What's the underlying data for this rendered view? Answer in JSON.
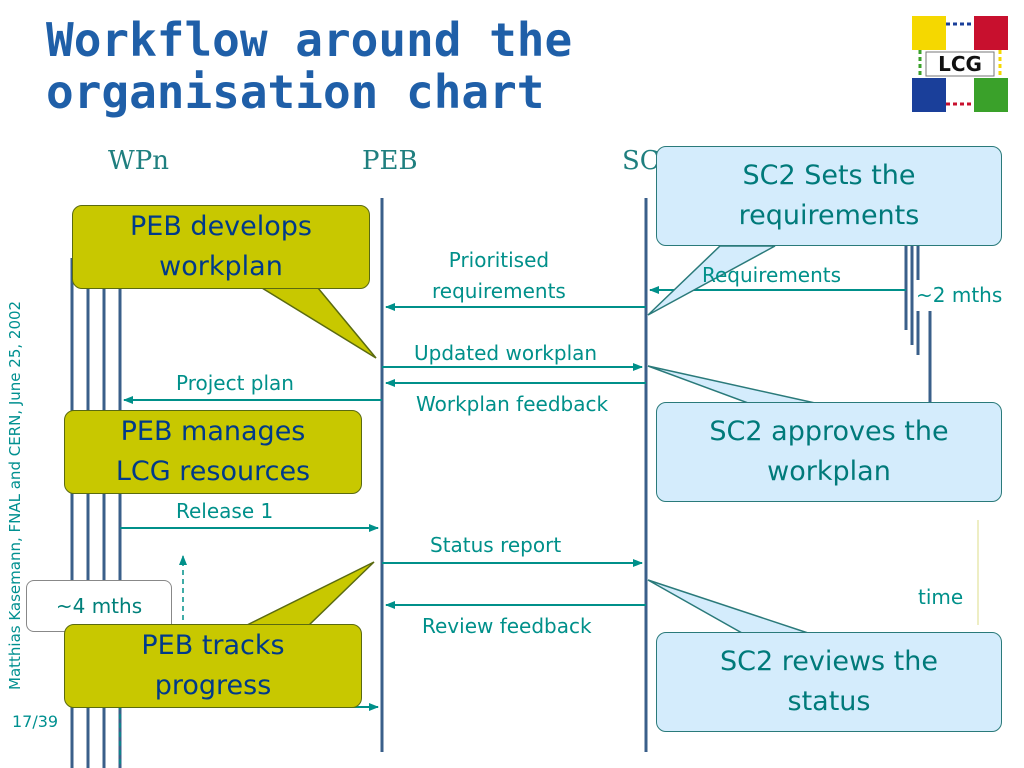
{
  "slide": {
    "title_line1": "Workflow around the",
    "title_line2": "organisation chart",
    "sidebar_text": "Matthias Kasemann, FNAL and CERN, June 25, 2002",
    "page_number": "17/39",
    "logo_text": "LCG"
  },
  "lanes": {
    "wpn": "WPn",
    "peb": "PEB",
    "sc2": "SC2"
  },
  "messages": {
    "prioritised_line1": "Prioritised",
    "prioritised_line2": "requirements",
    "requirements": "Requirements",
    "updated_workplan": "Updated workplan",
    "project_plan": "Project plan",
    "workplan_feedback": "Workplan feedback",
    "release_1": "Release 1",
    "status_report": "Status report",
    "review_feedback": "Review feedback",
    "two_mths": "~2 mths",
    "four_mths": "~4 mths",
    "time": "time"
  },
  "callouts": {
    "peb_develops_l1": "PEB develops",
    "peb_develops_l2": "workplan",
    "peb_manages_l1": "PEB manages",
    "peb_manages_l2": "LCG resources",
    "peb_tracks_l1": "PEB tracks",
    "peb_tracks_l2": "progress",
    "sc2_sets_l1": "SC2 Sets the",
    "sc2_sets_l2": "requirements",
    "sc2_approves_l1": "SC2 approves the",
    "sc2_approves_l2": "workplan",
    "sc2_reviews_l1": "SC2 reviews the",
    "sc2_reviews_l2": "status"
  },
  "colors": {
    "title": "#1f5fa8",
    "lifeline": "#3a5f8a",
    "label": "#00908a",
    "olive_callout": "#c8c800",
    "blue_callout": "#d4ecfc"
  }
}
